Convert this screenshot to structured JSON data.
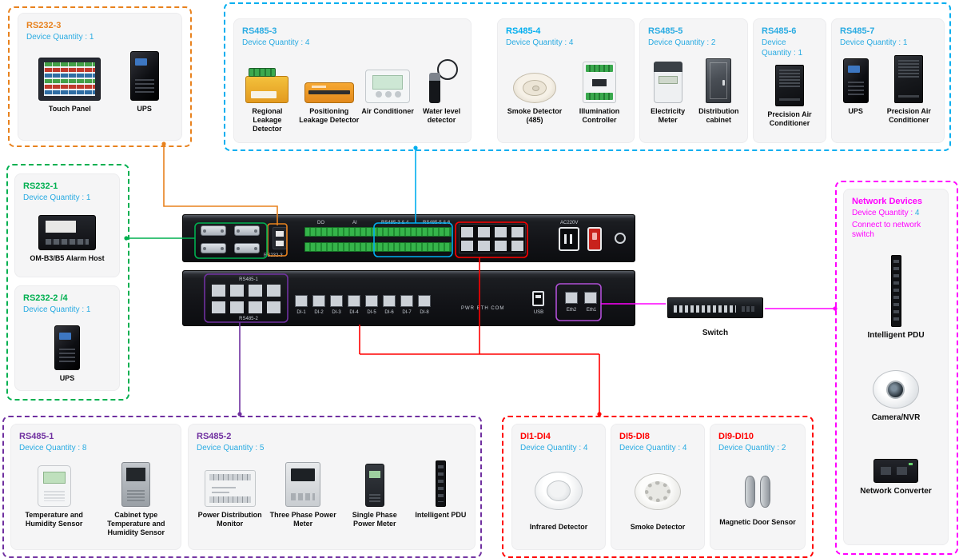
{
  "palette": {
    "orange": "#E8821E",
    "cyan": "#00AEEF",
    "blue": "#29ABE2",
    "green": "#00B050",
    "purple": "#7030A0",
    "violet": "#B04FD6",
    "red": "#FF0000",
    "magenta": "#FF00FF"
  },
  "groups": {
    "rs232_3": {
      "title": "RS232-3",
      "qty_label": "Device Quantity : ",
      "qty": "1",
      "devices": [
        "Touch Panel",
        "UPS"
      ]
    },
    "rs485_3": {
      "title": "RS485-3",
      "qty_label": "Device Quantity : ",
      "qty": "4",
      "devices": [
        "Regional Leakage Detector",
        "Positioning Leakage Detector",
        "Air Conditioner",
        "Water level detector"
      ]
    },
    "rs485_4": {
      "title": "RS485-4",
      "qty_label": "Device Quantity : ",
      "qty": "4",
      "devices": [
        "Smoke Detector (485)",
        "Illumination Controller"
      ]
    },
    "rs485_5": {
      "title": "RS485-5",
      "qty_label": "Device Quantity : ",
      "qty": "2",
      "devices": [
        "Electricity Meter",
        "Distribution cabinet"
      ]
    },
    "rs485_6": {
      "title": "RS485-6",
      "qty_label": "Device Quantity : ",
      "qty": "1",
      "devices": [
        "Precision Air Conditioner"
      ]
    },
    "rs485_7": {
      "title": "RS485-7",
      "qty_label": "Device Quantity : ",
      "qty": "1",
      "devices": [
        "UPS",
        "Precision Air Conditioner"
      ]
    },
    "rs232_1": {
      "title": "RS232-1",
      "qty_label": "Device Quantity : ",
      "qty": "1",
      "devices": [
        "OM-B3/B5 Alarm Host"
      ]
    },
    "rs232_2": {
      "title": "RS232-2 /4",
      "qty_label": "Device Quantity : ",
      "qty": "1",
      "devices": [
        "UPS"
      ]
    },
    "network": {
      "title": "Network Devices",
      "qty_label": "Device Quantity : ",
      "qty": "4",
      "note": "Connect to network switch",
      "devices": [
        "Intelligent PDU",
        "Camera/NVR",
        "Network Converter"
      ]
    },
    "rs485_1": {
      "title": "RS485-1",
      "qty_label": "Device Quantity : ",
      "qty": "8",
      "devices": [
        "Temperature and Humidity Sensor",
        "Cabinet type Temperature and Humidity Sensor"
      ]
    },
    "rs485_2": {
      "title": "RS485-2",
      "qty_label": "Device Quantity : ",
      "qty": "5",
      "devices": [
        "Power Distribution Monitor",
        "Three Phase Power Meter",
        "Single Phase Power Meter",
        "Intelligent PDU"
      ]
    },
    "di1_4": {
      "title": "DI1-DI4",
      "qty_label": "Device Quantity : ",
      "qty": "4",
      "devices": [
        "Infrared Detector"
      ]
    },
    "di5_8": {
      "title": "DI5-DI8",
      "qty_label": "Device Quantity : ",
      "qty": "4",
      "devices": [
        "Smoke Detector"
      ]
    },
    "di9_10": {
      "title": "DI9-DI10",
      "qty_label": "Device Quantity : ",
      "qty": "2",
      "devices": [
        "Magnetic Door Sensor"
      ]
    }
  },
  "host": {
    "rear_labels": {
      "rs232_3_port": "RS232-3",
      "do": "DO",
      "ai": "AI",
      "rs485_34": "RS485-3 & 4",
      "rs485_56": "RS485-5 & 6",
      "power": "AC220V"
    },
    "front_labels": {
      "rs485_1": "RS485-1",
      "rs485_2": "RS485-2",
      "status": "PWR  ETH  COM",
      "usb": "USB",
      "eth2": "Eth2",
      "eth1": "Eth1",
      "di": [
        "DI-1",
        "DI-2",
        "DI-3",
        "DI-4",
        "DI-5",
        "DI-6",
        "DI-7",
        "DI-8"
      ]
    }
  },
  "switch_label": "Switch"
}
